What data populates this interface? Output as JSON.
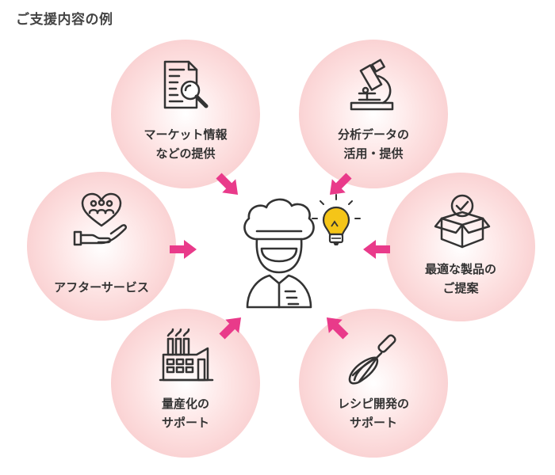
{
  "title": "ご支援内容の例",
  "colors": {
    "accent": "#e93a8a",
    "circle": "#f9c9cb",
    "stroke": "#333333",
    "bulb": "#f5c518"
  },
  "items": [
    {
      "icon": "document-search-icon",
      "lines": [
        "マーケット情報",
        "などの提供"
      ]
    },
    {
      "icon": "microscope-icon",
      "lines": [
        "分析データの",
        "活用・提供"
      ]
    },
    {
      "icon": "helping-hand-heart-icon",
      "lines": [
        "アフターサービス"
      ]
    },
    {
      "icon": "product-box-check-icon",
      "lines": [
        "最適な製品の",
        "ご提案"
      ]
    },
    {
      "icon": "factory-icon",
      "lines": [
        "量産化の",
        "サポート"
      ]
    },
    {
      "icon": "whisk-icon",
      "lines": [
        "レシピ開発の",
        "サポート"
      ]
    }
  ],
  "center": {
    "icon": "chef-icon",
    "idea_icon": "light-bulb-icon"
  }
}
